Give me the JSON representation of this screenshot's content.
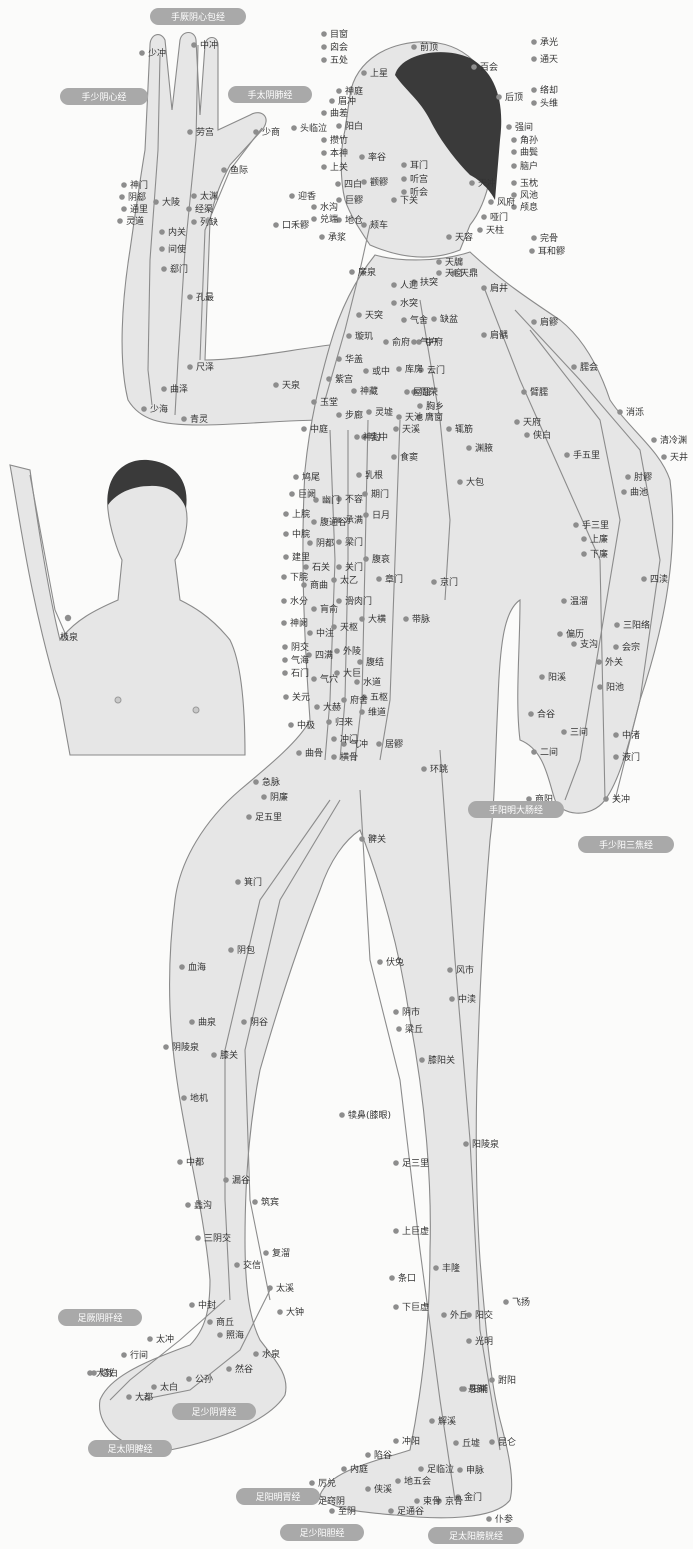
{
  "badges": {
    "hand_jueyin": "手厥阴心包经",
    "hand_shaoyin": "手少阴心经",
    "hand_taiyin": "手太阴肺经",
    "hand_yangming": "手阳明大肠经",
    "hand_shaoyang": "手少阳三焦经",
    "foot_jueyin": "足厥阴肝经",
    "foot_shaoyin": "足少阴肾经",
    "foot_taiyin": "足太阴脾经",
    "foot_yangming": "足阳明胃经",
    "foot_shaoyang": "足少阳胆经",
    "foot_taiyang": "足太阳膀胱经"
  },
  "inset_point": "极泉",
  "points": [
    "中冲",
    "少冲",
    "劳宫",
    "少商",
    "鱼际",
    "神门",
    "阴郄",
    "通里",
    "灵道",
    "大陵",
    "太渊",
    "经渠",
    "列缺",
    "内关",
    "间使",
    "郄门",
    "孔最",
    "尺泽",
    "曲泽",
    "少海",
    "青灵",
    "天泉",
    "天池",
    "目窗",
    "囟会",
    "五处",
    "上星",
    "前顶",
    "承光",
    "百会",
    "通天",
    "神庭",
    "曲差",
    "眉冲",
    "后顶",
    "络却",
    "头维",
    "强间",
    "头临泣",
    "阳白",
    "攒竹",
    "本神",
    "上关",
    "角孙",
    "曲鬓",
    "脑户",
    "率谷",
    "耳门",
    "听宫",
    "听会",
    "天冲",
    "玉枕",
    "风池",
    "哑门",
    "风府",
    "颅息",
    "天柱",
    "完骨",
    "天容",
    "耳和髎",
    "迎香",
    "巨髎",
    "水沟",
    "兑端",
    "地仓",
    "颊车",
    "下关",
    "口禾髎",
    "承浆",
    "四白",
    "颧髎",
    "天鼎",
    "扶突",
    "人迎",
    "廉泉",
    "天窗",
    "天牖",
    "肩井",
    "水突",
    "气舍",
    "缺盆",
    "天突",
    "璇玑",
    "华盖",
    "紫宫",
    "玉堂",
    "俞府",
    "或中",
    "神藏",
    "灵墟",
    "神封",
    "步廊",
    "气户",
    "库房",
    "屋翳",
    "膺窗",
    "乳中",
    "乳根",
    "中庭",
    "鸠尾",
    "巨阙",
    "上脘",
    "中脘",
    "建里",
    "下脘",
    "水分",
    "神阙",
    "阴交",
    "气海",
    "石门",
    "关元",
    "中极",
    "曲骨",
    "云门",
    "中府",
    "周荣",
    "胸乡",
    "天溪",
    "食窦",
    "大包",
    "辄筋",
    "渊腋",
    "期门",
    "日月",
    "章门",
    "京门",
    "带脉",
    "腹哀",
    "大横",
    "腹结",
    "府舍",
    "冲门",
    "气冲",
    "横骨",
    "大赫",
    "气穴",
    "四满",
    "中注",
    "肓俞",
    "商曲",
    "石关",
    "阴都",
    "腹通谷",
    "幽门",
    "不容",
    "承满",
    "梁门",
    "关门",
    "太乙",
    "滑肉门",
    "天枢",
    "外陵",
    "大巨",
    "水道",
    "归来",
    "五枢",
    "维道",
    "居髎",
    "环跳",
    "肩髃",
    "肩髎",
    "臑会",
    "臂臑",
    "消泺",
    "清冷渊",
    "天井",
    "天府",
    "侠白",
    "手五里",
    "肘髎",
    "曲池",
    "手三里",
    "上廉",
    "下廉",
    "温溜",
    "偏历",
    "阳溪",
    "合谷",
    "三间",
    "二间",
    "商阳",
    "四渎",
    "三阳络",
    "会宗",
    "支沟",
    "外关",
    "阳池",
    "中渚",
    "液门",
    "关冲",
    "髀关",
    "伏兔",
    "阴市",
    "梁丘",
    "犊鼻(膝眼)",
    "足三里",
    "上巨虚",
    "条口",
    "下巨虚",
    "丰隆",
    "解溪",
    "冲阳",
    "陷谷",
    "内庭",
    "厉兑",
    "风市",
    "中渎",
    "膝阳关",
    "阳陵泉",
    "阳交",
    "外丘",
    "光明",
    "阳辅",
    "悬钟",
    "丘墟",
    "足临泣",
    "地五会",
    "侠溪",
    "足窍阴",
    "飞扬",
    "跗阳",
    "昆仑",
    "申脉",
    "金门",
    "京骨",
    "束骨",
    "足通谷",
    "至阴",
    "仆参",
    "箕门",
    "阴包",
    "血海",
    "足五里",
    "阴廉",
    "急脉",
    "曲泉",
    "膝关",
    "阴谷",
    "地机",
    "阴陵泉",
    "中都",
    "漏谷",
    "蠡沟",
    "三阴交",
    "筑宾",
    "交信",
    "复溜",
    "中封",
    "商丘",
    "照海",
    "太溪",
    "大钟",
    "水泉",
    "然谷",
    "太冲",
    "行间",
    "大敦",
    "公孙",
    "太白",
    "大都",
    "隐白"
  ]
}
